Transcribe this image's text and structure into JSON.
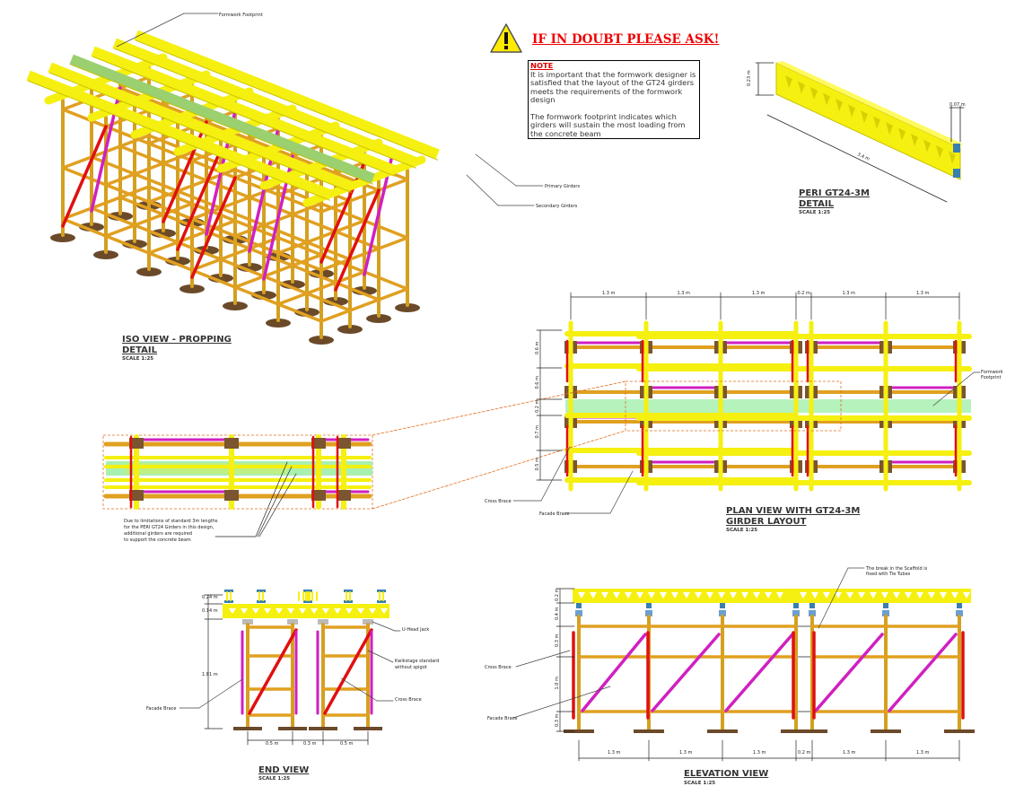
{
  "warning": {
    "heading": "IF IN DOUBT PLEASE ASK!",
    "icon": "warning-triangle-icon",
    "note_title": "NOTE",
    "note_para1": "It is important that the formwork designer is satisfied that the layout of the GT24 girders meets the requirements of the formwork design",
    "note_para2": "The formwork footprint indicates which girders will sustain the most loading from the concrete beam"
  },
  "iso_view": {
    "title_line1": "ISO VIEW - PROPPING",
    "title_line2": "DETAIL",
    "scale": "SCALE 1:25",
    "callouts": {
      "footprint": "Formwork Footprint",
      "primary": "Primary Girders",
      "secondary": "Secondary Girders"
    }
  },
  "girder_detail": {
    "title_line1": "PERI GT24-3M",
    "title_line2": "DETAIL",
    "scale": "SCALE 1:25",
    "dims": {
      "height": "0.23 m",
      "width": "0.07 m",
      "length": "3.4 m"
    }
  },
  "plan_view": {
    "title_line1": "PLAN VIEW WITH GT24-3M",
    "title_line2": "GIRDER LAYOUT",
    "scale": "SCALE 1:25",
    "top_dims": [
      "1.3 m",
      "1.3 m",
      "1.3 m",
      "0.2 m",
      "1.3 m",
      "1.3 m"
    ],
    "left_dims": [
      "0.6 m",
      "0.6 m",
      "0.2 m",
      "0.7 m",
      "0.5 m"
    ],
    "callouts": {
      "footprint_line1": "Formwork",
      "footprint_line2": "Footprint",
      "cross_brace": "Cross Brace",
      "facade_brace": "Facade Brace"
    }
  },
  "zoom_detail": {
    "note_lines": [
      "Due to limitations of standard 3m lengths",
      "for the PERI GT24 Girders in this design,",
      "additional girders are required",
      "to support the concrete beam"
    ]
  },
  "end_view": {
    "title": "END VIEW",
    "scale": "SCALE 1:25",
    "left_dims": [
      "0.24 m",
      "0.14 m",
      "1.81 m"
    ],
    "bottom_dims": [
      "0.5 m",
      "0.3 m",
      "0.5 m"
    ],
    "callouts": {
      "uhead": "U-Head Jack",
      "standard_line1": "Kwikstage standard",
      "standard_line2": "without spigot",
      "cross_brace": "Cross Brace",
      "facade_brace": "Facade Brace"
    }
  },
  "elevation_view": {
    "title": "ELEVATION VIEW",
    "scale": "SCALE 1:25",
    "bottom_dims": [
      "1.3 m",
      "1.3 m",
      "1.3 m",
      "0.2 m",
      "1.3 m",
      "1.3 m"
    ],
    "left_dims": [
      "0.2 m",
      "0.4 m",
      "0.3 m",
      "1.0 m",
      "0.3 m"
    ],
    "callouts": {
      "break_line1": "The break in the Scaffold is",
      "break_line2": "fixed with Tie Tubes",
      "cross_brace": "Cross Brace",
      "facade_brace": "Facade Brace"
    }
  },
  "colors": {
    "girder": "#f5f010",
    "ledger": "#e0a020",
    "standard": "#d4a020",
    "cross_brace": "#e01010",
    "facade_brace": "#d020c0",
    "footprint": "#a8f0b0",
    "pad": "#6b4a2a",
    "jack": "#3a7fb0"
  }
}
